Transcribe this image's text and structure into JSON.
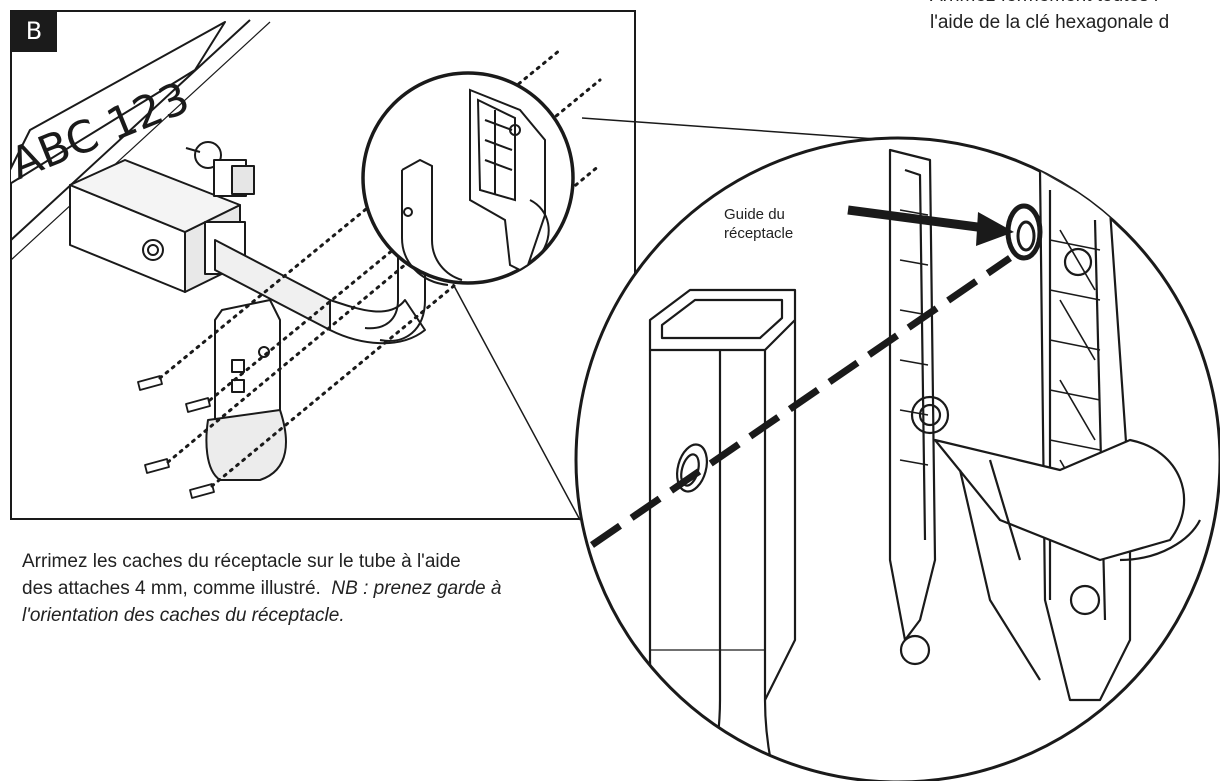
{
  "step": {
    "label": "B"
  },
  "plate": {
    "text": "ABC 123"
  },
  "callout": {
    "line1": "Guide du",
    "line2": "réceptacle"
  },
  "caption_left": {
    "line1": "Arrimez les caches du réceptacle sur le tube à l'aide",
    "line2_plain": "des attaches 4 mm, comme illustré.",
    "line2_italic": "NB : prenez garde à",
    "line3_italic": "l'orientation des caches du réceptacle."
  },
  "caption_top": {
    "line1": "Arrimez fermement toutes l",
    "line2": "l'aide de la clé hexagonale d"
  },
  "colors": {
    "ink": "#1a1a1a",
    "background": "#ffffff",
    "badge": "#1b1b1b"
  }
}
